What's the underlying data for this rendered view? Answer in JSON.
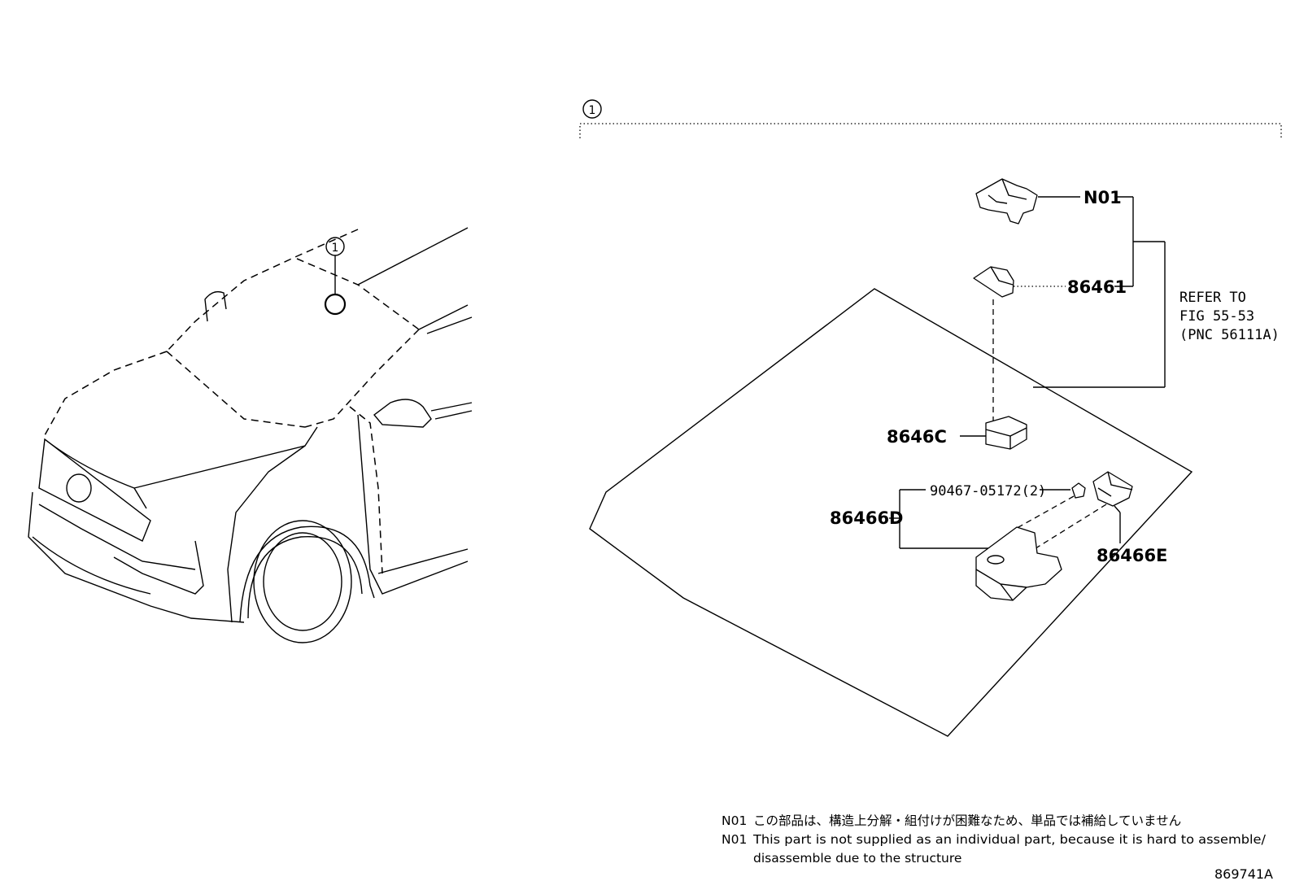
{
  "callout": {
    "number": "1"
  },
  "parts": {
    "n01": "N01",
    "p86461": "86461",
    "p8646C": "8646C",
    "p90467": "90467-05172(2)",
    "p86466D": "86466D",
    "p86466E": "86466E"
  },
  "refer": {
    "line1": "REFER TO",
    "line2": "FIG 55-53",
    "line3": "(PNC 56111A)"
  },
  "notes": {
    "code": "N01",
    "japanese": "この部品は、構造上分解・組付けが困難なため、単品では補給していません",
    "english_line1": "This part is not supplied as an individual part, because it is hard to assemble/",
    "english_line2": "disassemble due to the structure"
  },
  "figure_id": "869741A"
}
